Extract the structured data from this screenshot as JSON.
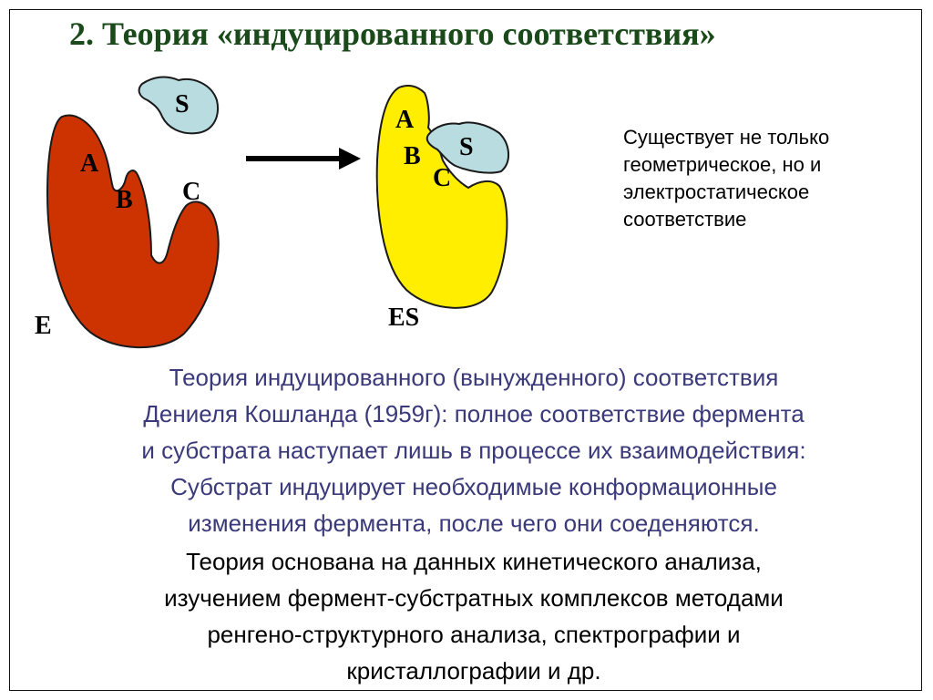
{
  "title": "2. Теория «индуцированного соответствия»",
  "diagram": {
    "enzyme": {
      "label": "E",
      "sites": [
        "A",
        "B",
        "C"
      ],
      "color": "#cc3300"
    },
    "substrate": {
      "label": "S",
      "color": "#b9dce0"
    },
    "complex": {
      "label": "ES",
      "sites": [
        "A",
        "B",
        "C"
      ],
      "substrate_label": "S",
      "color": "#ffee00"
    }
  },
  "side_note": [
    "Существует не только",
    "геометрическое, но и",
    "электростатическое",
    "соответствие"
  ],
  "paragraph1": [
    "Теория индуцированного (вынужденного) соответствия",
    "Дениеля Кошланда (1959г): полное соответствие фермента",
    "и субстрата наступает лишь в процессе их взаимодействия:",
    "Субстрат индуцирует необходимые конформационные",
    "изменения фермента, после чего они соеденяются."
  ],
  "paragraph2": [
    "Теория основана на данных кинетического анализа,",
    "изучением фермент-субстратных комплексов методами",
    "ренгено-структурного анализа, спектрографии и",
    "кристаллографии и др."
  ]
}
